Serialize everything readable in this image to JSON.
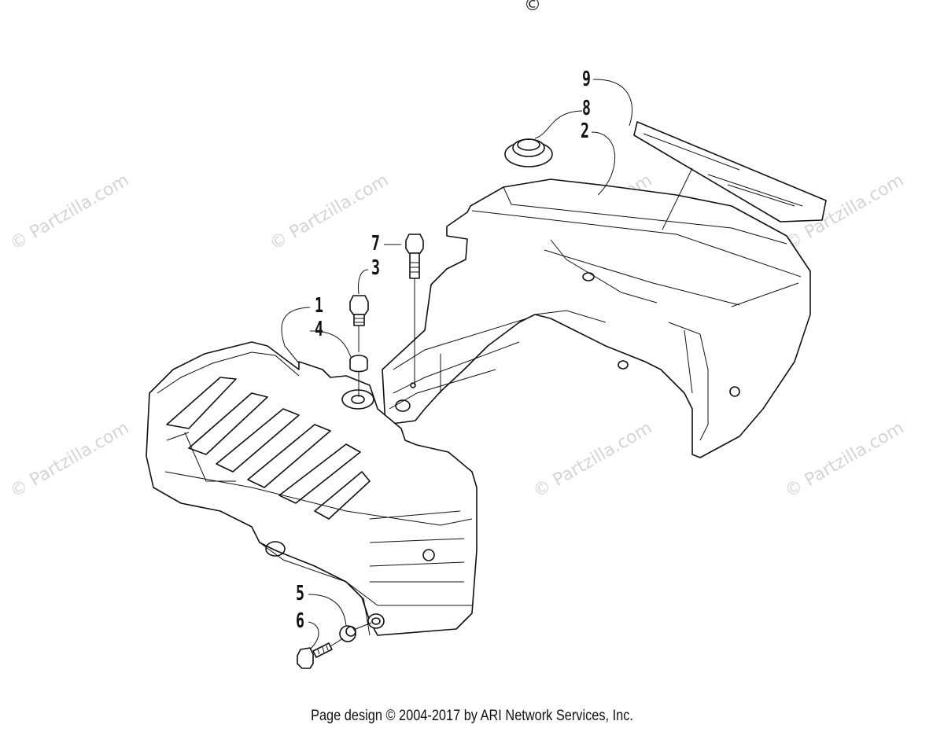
{
  "copyright_mark": "©",
  "footer_text": "Page design © 2004-2017 by ARI Network Services, Inc.",
  "watermark_text": "© Partzilla.com",
  "callouts": [
    {
      "id": "1",
      "label": "1"
    },
    {
      "id": "2",
      "label": "2"
    },
    {
      "id": "3",
      "label": "3"
    },
    {
      "id": "4",
      "label": "4"
    },
    {
      "id": "5",
      "label": "5"
    },
    {
      "id": "6",
      "label": "6"
    },
    {
      "id": "7",
      "label": "7"
    },
    {
      "id": "8",
      "label": "8"
    },
    {
      "id": "9",
      "label": "9"
    }
  ],
  "colors": {
    "line": "#111111",
    "watermark": "#d4d4d4",
    "background": "#ffffff"
  }
}
